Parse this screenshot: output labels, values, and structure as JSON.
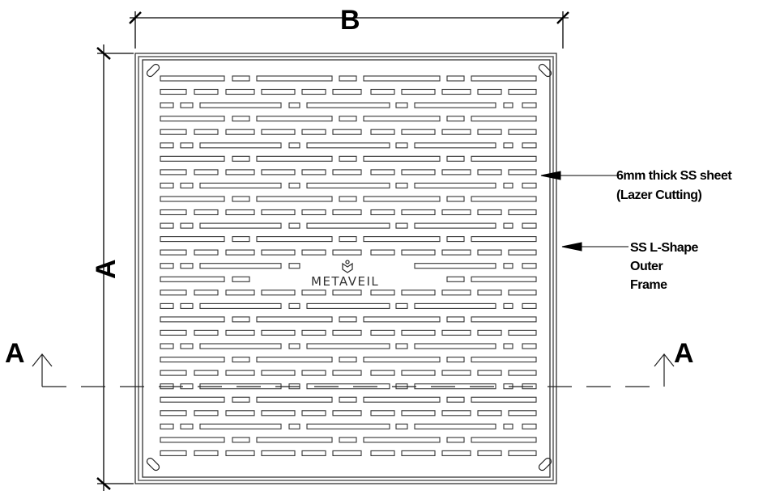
{
  "drawing": {
    "dimension_width_label": "B",
    "dimension_height_label": "A",
    "section_left_label": "A",
    "section_right_label": "A",
    "logo_text": "METAVEIL",
    "callout_sheet": [
      "6mm thick SS sheet",
      "(Lazer Cutting)"
    ],
    "callout_frame": [
      "SS L-Shape",
      "Outer",
      "Frame"
    ]
  }
}
